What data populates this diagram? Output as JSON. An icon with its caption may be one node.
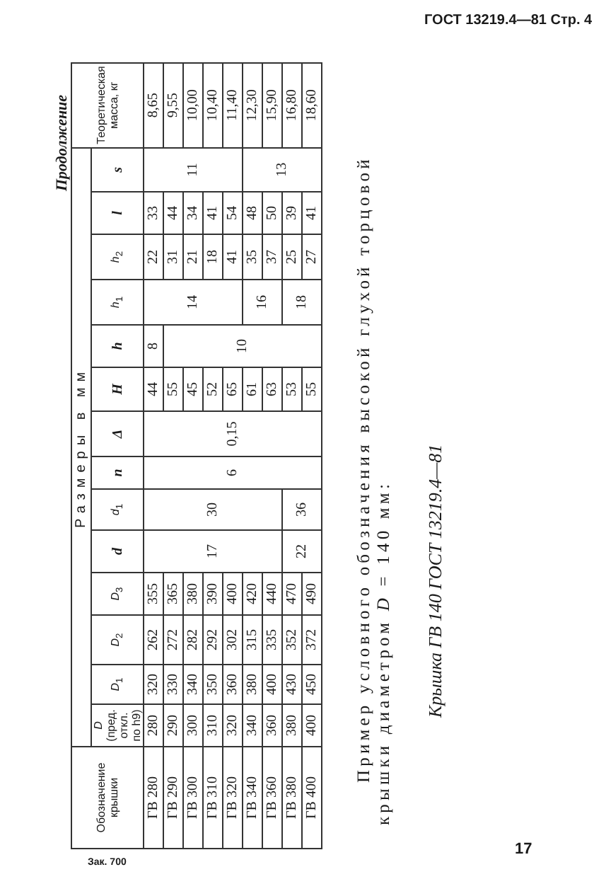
{
  "diagram": {
    "labels": [
      "ГОСТ 13219.4—81 Стр. 4",
      "Продолжение",
      "Обозначение крышки",
      "Размеры в мм",
      "Теоретическая масса, кг",
      "*D* (пред. откл. по h9)",
      "*D*$_{1}$",
      "*D*$_{2}$",
      "*D*$_{3}$",
      "d",
      "*d*$_{1}$",
      "n",
      "Δ",
      "H",
      "h",
      "*h*$_{1}$",
      "*h*$_{2}$",
      "l",
      "s",
      "ГВ 280",
      "280",
      "320",
      "262",
      "355",
      "17",
      "30",
      "6",
      "0,15",
      "44",
      "8",
      "14",
      "22",
      "33",
      "11",
      "8,65",
      "ГВ 290",
      "290",
      "330",
      "272",
      "365",
      "55",
      "10",
      "31",
      "44",
      "9,55",
      "ГВ 300",
      "300",
      "340",
      "282",
      "380",
      "45",
      "21",
      "34",
      "10,00",
      "ГВ 310",
      "310",
      "350",
      "292",
      "390",
      "52",
      "18",
      "41",
      "10,40",
      "ГВ 320",
      "320",
      "360",
      "302",
      "400",
      "65",
      "41",
      "54",
      "11,40",
      "ГВ 340",
      "340",
      "380",
      "315",
      "420",
      "61",
      "16",
      "35",
      "48",
      "13",
      "12,30",
      "ГВ 360",
      "360",
      "400",
      "335",
      "440",
      "63",
      "37",
      "50",
      "15,90",
      "ГВ 380",
      "380",
      "430",
      "352",
      "470",
      "22",
      "36",
      "53",
      "18",
      "25",
      "39",
      "16,80",
      "ГВ 400",
      "400",
      "450",
      "372",
      "490",
      "55",
      "27",
      "41",
      "18,60",
      "Пример условного обозначения высокой глухой торцовой крышки диаметром *D* = 140 мм:",
      "Крышка ГВ 140 ГОСТ 13219.4—81",
      "Зак. 700",
      "17"
    ]
  }
}
